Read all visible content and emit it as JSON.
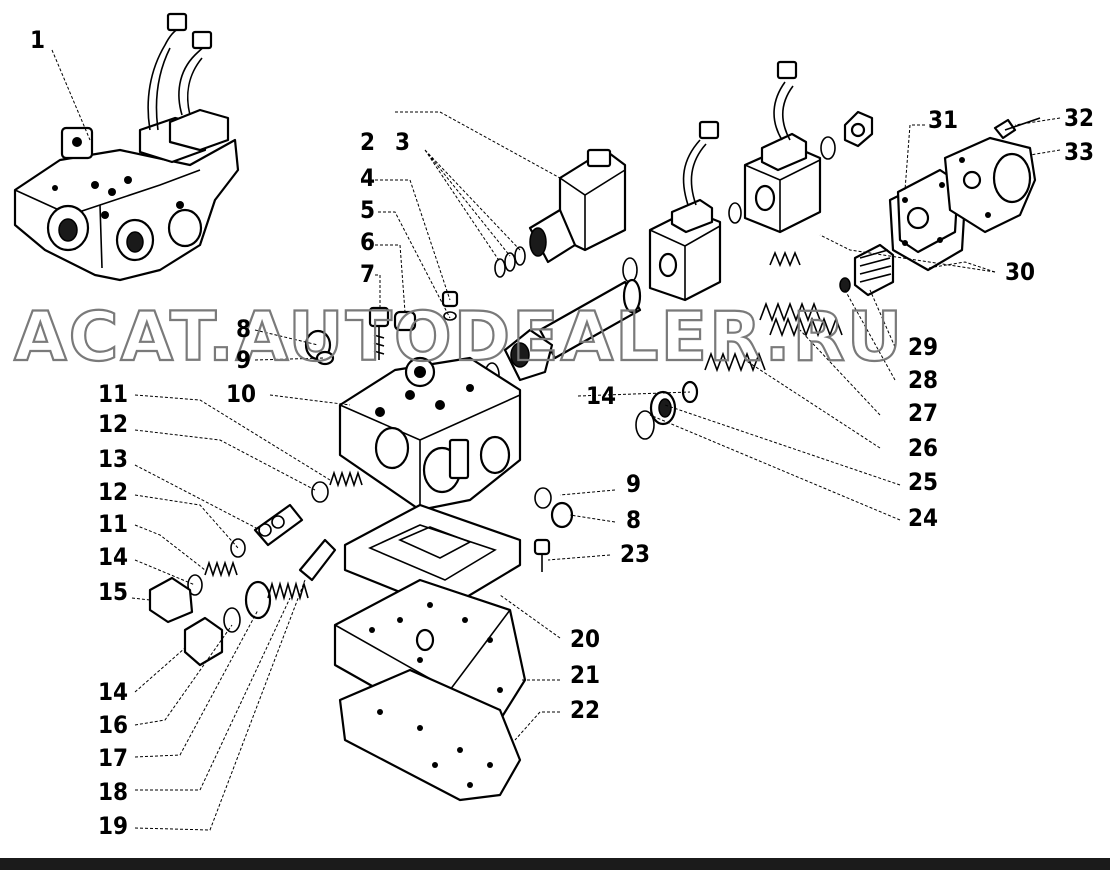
{
  "diagram": {
    "callouts": [
      "1",
      "2",
      "3",
      "4",
      "5",
      "6",
      "7",
      "8",
      "9",
      "10",
      "11",
      "12",
      "13",
      "12",
      "11",
      "14",
      "15",
      "14",
      "16",
      "17",
      "18",
      "19",
      "20",
      "21",
      "22",
      "23",
      "9",
      "8",
      "14",
      "24",
      "25",
      "26",
      "27",
      "28",
      "29",
      "30",
      "31",
      "32",
      "33"
    ],
    "watermark": "ACAT.AUTODEALER.RU"
  },
  "colors": {
    "line": "#000000",
    "watermark": "#7a7a7a",
    "bottom_bar": "#1b1b1b",
    "background": "#ffffff"
  }
}
